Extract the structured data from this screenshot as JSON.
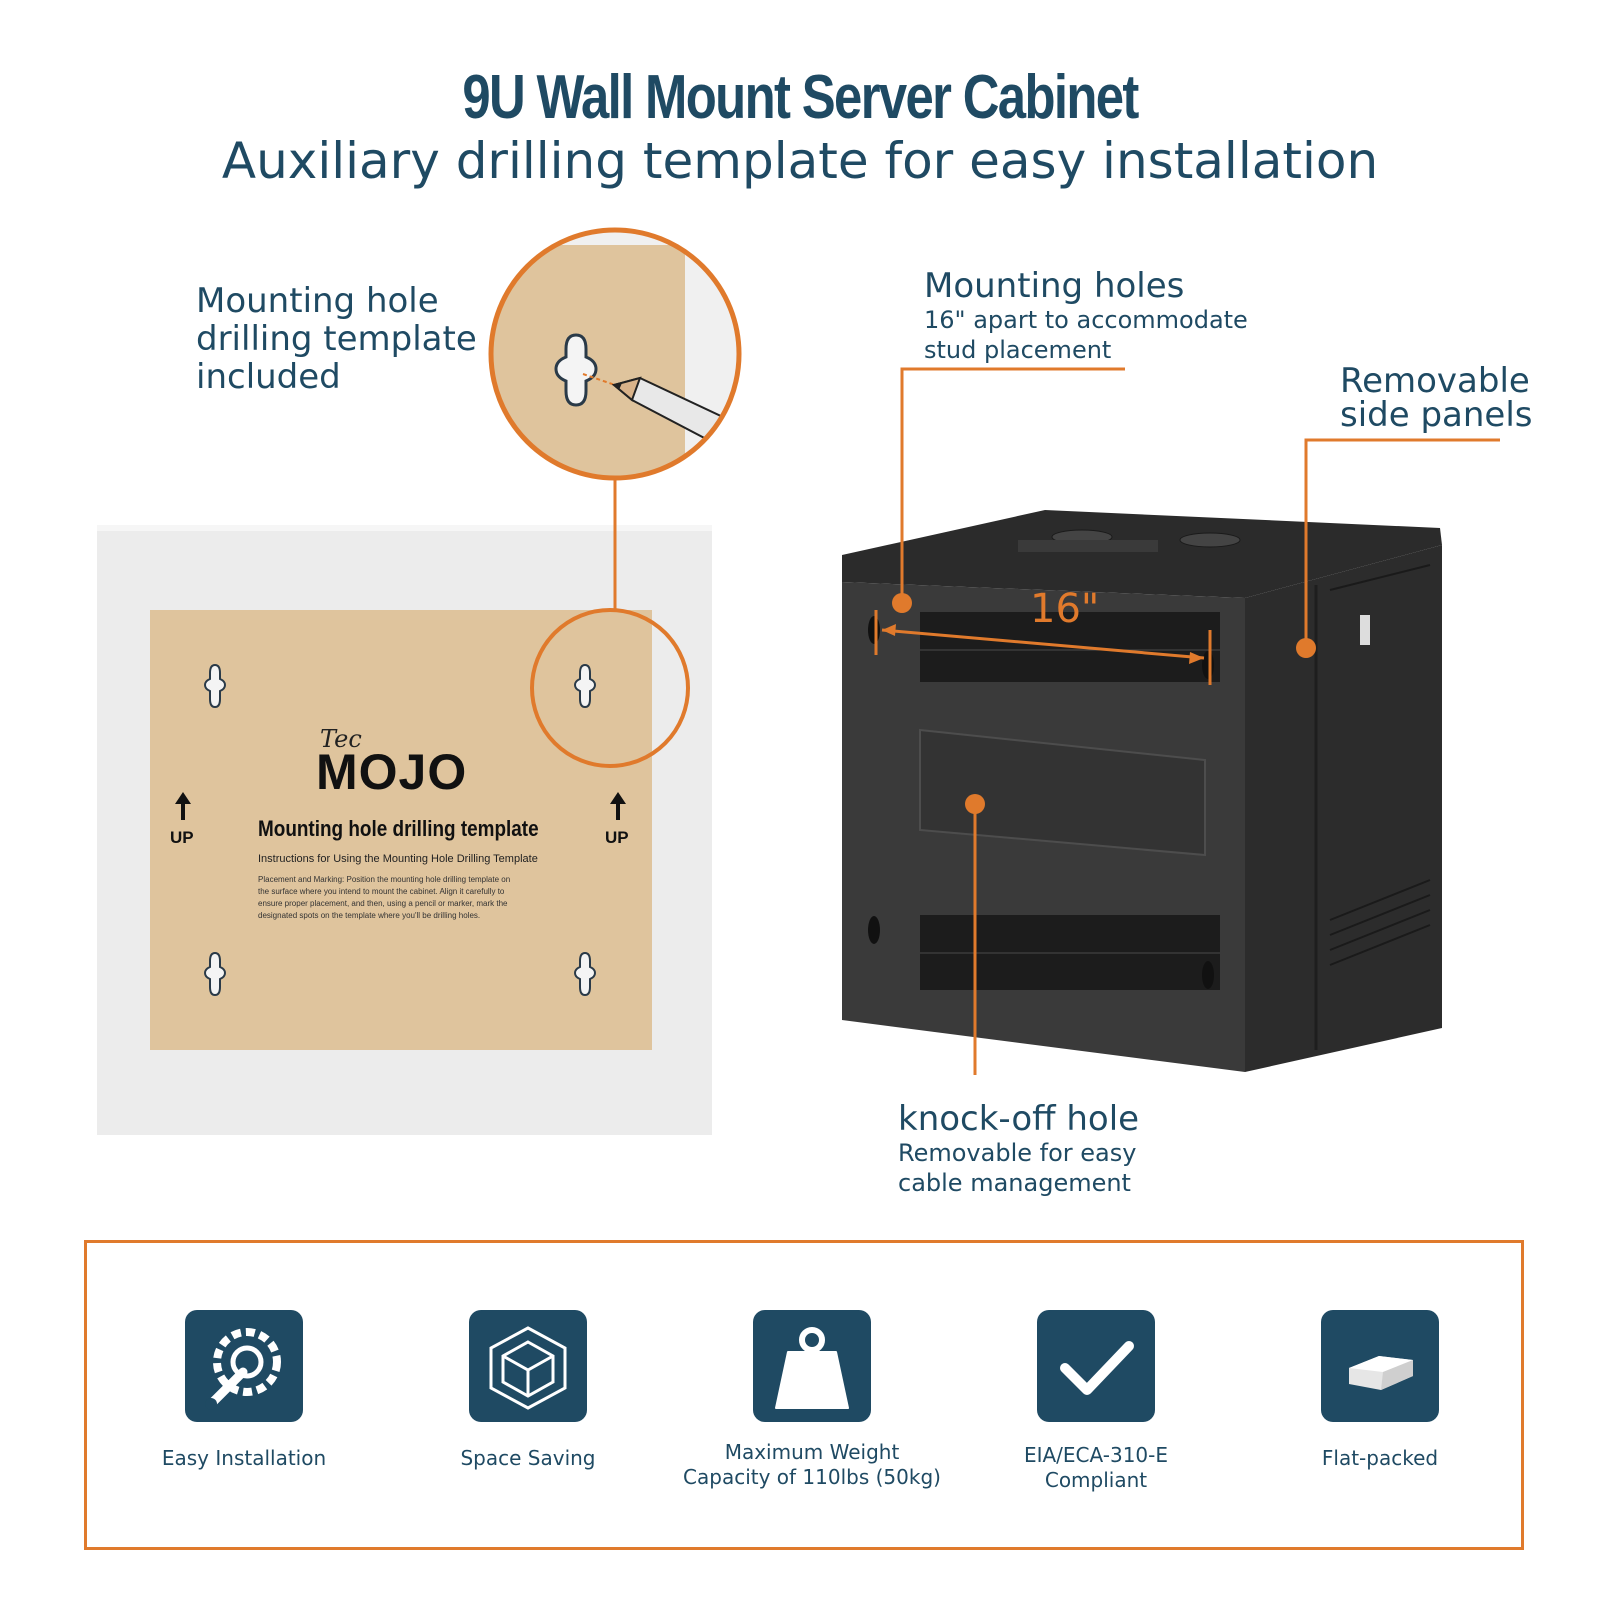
{
  "header": {
    "title": "9U Wall Mount Server Cabinet",
    "subtitle": "Auxiliary drilling template for easy installation"
  },
  "callouts": {
    "template": {
      "line1": "Mounting hole",
      "line2": "drilling template",
      "line3": "included"
    },
    "mounting_holes": {
      "title": "Mounting holes",
      "line1": "16\" apart to accommodate",
      "line2": "stud placement"
    },
    "side_panels": {
      "line1": "Removable",
      "line2": "side panels"
    },
    "knockoff": {
      "title": "knock-off hole",
      "line1": "Removable for easy",
      "line2": "cable management"
    },
    "dimension": "16\""
  },
  "template_sheet": {
    "brand_small": "Tec",
    "brand": "MOJO",
    "heading": "Mounting hole drilling template",
    "up_label": "UP",
    "instructions_title": "Instructions for Using the Mounting Hole Drilling Template",
    "instructions_line1": "Placement and Marking: Position the mounting hole drilling template on",
    "instructions_line2": "the surface where you intend to mount the cabinet. Align it carefully to",
    "instructions_line3": "ensure proper placement, and then, using a pencil or marker, mark the",
    "instructions_line4": "designated spots on the template where you'll be drilling holes."
  },
  "features": [
    {
      "icon": "wrench-gear-icon",
      "line1": "Easy Installation",
      "line2": ""
    },
    {
      "icon": "cube-icon",
      "line1": "Space Saving",
      "line2": ""
    },
    {
      "icon": "weight-icon",
      "line1": "Maximum Weight",
      "line2": "Capacity of 110lbs (50kg)"
    },
    {
      "icon": "checkmark-icon",
      "line1": "EIA/ECA-310-E",
      "line2": "Compliant"
    },
    {
      "icon": "flat-box-icon",
      "line1": "Flat-packed",
      "line2": ""
    }
  ],
  "colors": {
    "accent": "#e07a2c",
    "brand": "#1f4a63",
    "template_tan": "#dfc49d",
    "cabinet": "#3a3a3a"
  }
}
